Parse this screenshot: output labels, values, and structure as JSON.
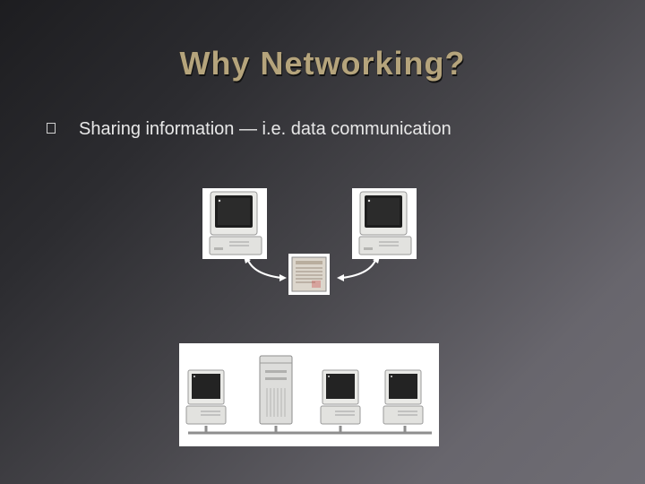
{
  "slide": {
    "title": "Why Networking?",
    "bullets": [
      {
        "marker": "square-bullet-icon",
        "text": "Sharing information — i.e. data communication"
      }
    ],
    "figures": [
      {
        "name": "computer-left-icon"
      },
      {
        "name": "computer-right-icon"
      },
      {
        "name": "document-icon"
      },
      {
        "name": "network-diagram"
      }
    ]
  },
  "colors": {
    "title": "#b5a47c",
    "text": "#e8e8e8",
    "background_dark": "#1d1d20",
    "background_light": "#6f6d74"
  }
}
